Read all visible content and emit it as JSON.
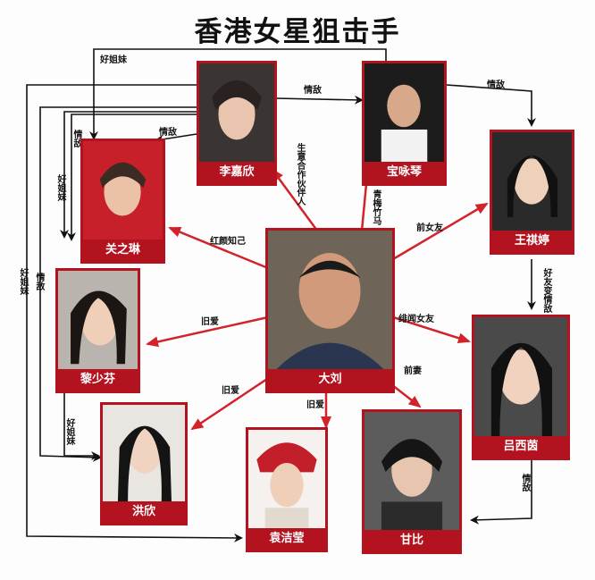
{
  "title": "香港女星狙击手",
  "people": {
    "li_jiaxin": "李嘉欣",
    "baozhuo": "宝咏琴",
    "guan_zhijun": "关之琳",
    "wang_qiting": "王祺婷",
    "da_liu": "大刘",
    "li_shaoxing": "黎少芬",
    "lv_xixi": "吕西茵",
    "zhuang_xin": "洪欣",
    "ma_jiaqi": "袁洁莹",
    "gan_bi": "甘比"
  },
  "relations": {
    "top_friend": "好姐妹",
    "lijiaxin_to_baozhuo": "情敌",
    "baozhuo_to_wang": "情敌",
    "li_to_guan": "情敌",
    "left_outer": "好姐妹",
    "left_inner": "情敌",
    "left_mid": "好姐妹",
    "left_short": "情敌",
    "dl_to_li": "生意合作伙伴人",
    "dl_to_bao": "青梅竹马",
    "dl_to_wang": "前女友",
    "dl_to_guan": "红颜知己",
    "dl_to_lishao": "旧爱",
    "dl_to_lv": "绯闻女友",
    "dl_to_zhuang": "旧爱",
    "dl_to_ma": "旧爱",
    "dl_to_gan": "前妻",
    "wang_to_lv": "好友变情敌",
    "lv_to_gan": "情敌",
    "lishao_to_zhuang": "好姐妹"
  },
  "colors": {
    "frame": "#b3121f",
    "arrow_center": "#d2232a",
    "arrow_outer": "#111111"
  }
}
